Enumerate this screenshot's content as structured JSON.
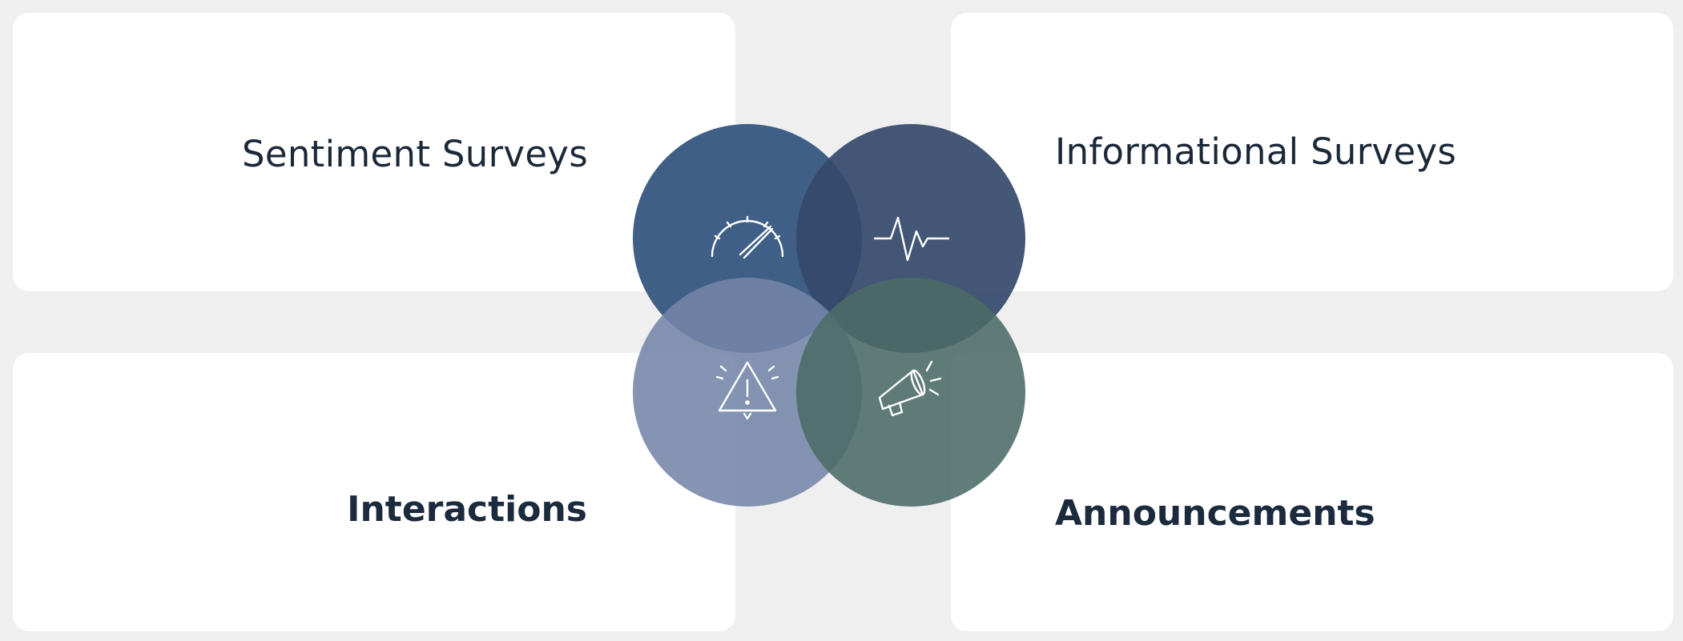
{
  "quadrants": {
    "top_left": {
      "label": "Sentiment Surveys",
      "icon": "speedometer-icon",
      "color": "#3f5f86"
    },
    "top_right": {
      "label": "Informational Surveys",
      "icon": "pulse-icon",
      "color": "#34496a"
    },
    "bottom_left": {
      "label": "Interactions",
      "icon": "warning-triangle-icon",
      "color": "#7585a8"
    },
    "bottom_right": {
      "label": "Announcements",
      "icon": "megaphone-icon",
      "color": "#4b6b66"
    }
  },
  "colors": {
    "background": "#efefef",
    "card": "#ffffff",
    "text": "#1b2838",
    "icon_stroke": "#ffffff"
  }
}
